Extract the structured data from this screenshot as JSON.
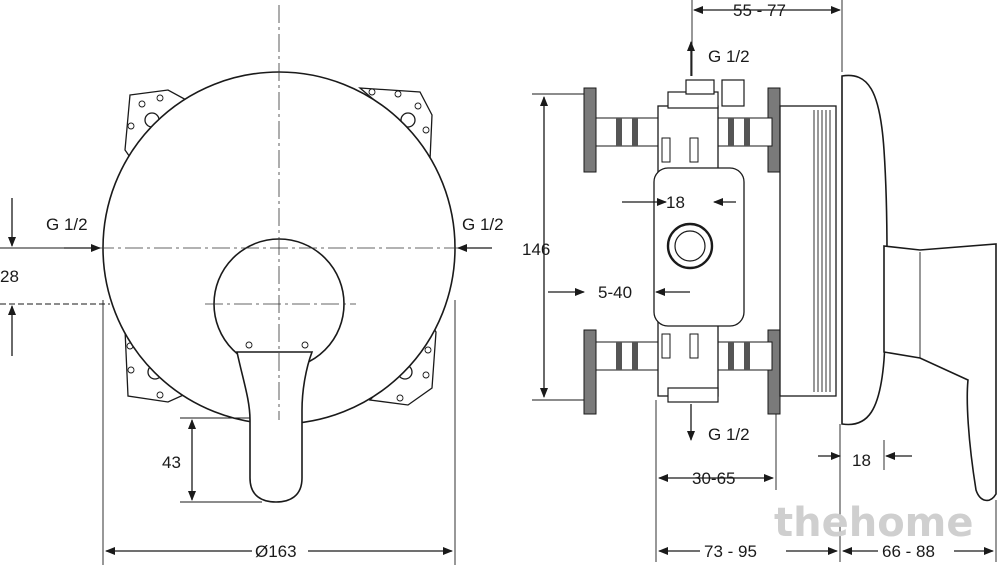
{
  "dimensions": {
    "top_depth": "55 - 77",
    "inlet_top": "G 1/2",
    "inlet_left": "G 1/2",
    "inlet_right": "G 1/2",
    "outlet_bottom": "G 1/2",
    "offset_28": "28",
    "height_146": "146",
    "width_18_top": "18",
    "range_5_40": "5-40",
    "handle_43": "43",
    "diameter": "Ø163",
    "range_30_65": "30-65",
    "range_73_95": "73 - 95",
    "width_18_right": "18",
    "range_66_88": "66 - 88"
  },
  "watermark": "thehome",
  "colors": {
    "line": "#1a1a1a",
    "fill_grey": "#7a7a7a",
    "watermark": "#cfcfcf"
  }
}
